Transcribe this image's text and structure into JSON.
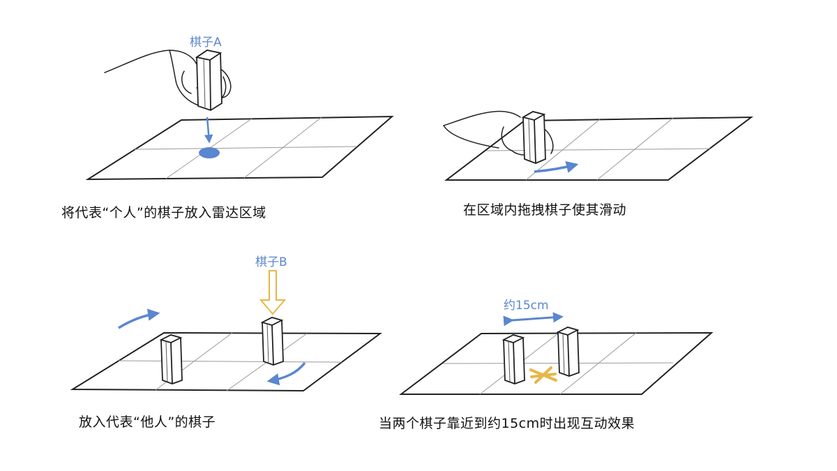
{
  "panels": [
    {
      "caption": "将代表“个人”的棋子放入雷达区域",
      "tag": "棋子A"
    },
    {
      "caption": "在区域内拖拽棋子使其滑动"
    },
    {
      "caption": "放入代表“他人”的棋子",
      "tag": "棋子B"
    },
    {
      "caption": "当两个棋子靠近到约15cm时出现互动效果",
      "tag": "约15cm"
    }
  ],
  "colors": {
    "accent_blue": "#5b86d0",
    "accent_yellow": "#e7b649",
    "line": "#222222"
  }
}
